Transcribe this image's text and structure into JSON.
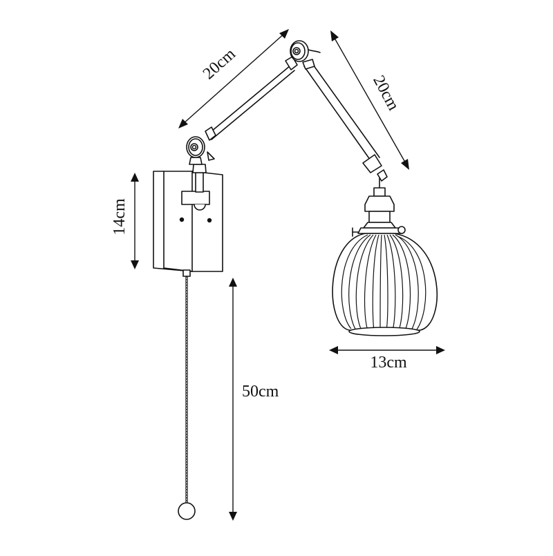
{
  "diagram": {
    "subject": "Swing-arm wall lamp with ribbed glass globe shade and pull chain",
    "line_color": "#111111",
    "background_color": "#ffffff",
    "dimensions": {
      "upper_arm": {
        "label": "20cm",
        "value": 20,
        "unit": "cm"
      },
      "lower_arm": {
        "label": "20cm",
        "value": 20,
        "unit": "cm"
      },
      "backplate_height": {
        "label": "14cm",
        "value": 14,
        "unit": "cm"
      },
      "shade_width": {
        "label": "13cm",
        "value": 13,
        "unit": "cm"
      },
      "pull_chain_length": {
        "label": "50cm",
        "value": 50,
        "unit": "cm"
      }
    },
    "parts": [
      "wall-backplate",
      "upper-arm",
      "lower-arm",
      "elbow-joint",
      "shoulder-joint",
      "lamp-socket",
      "glass-shade",
      "pull-chain",
      "pull-chain-bead"
    ]
  }
}
